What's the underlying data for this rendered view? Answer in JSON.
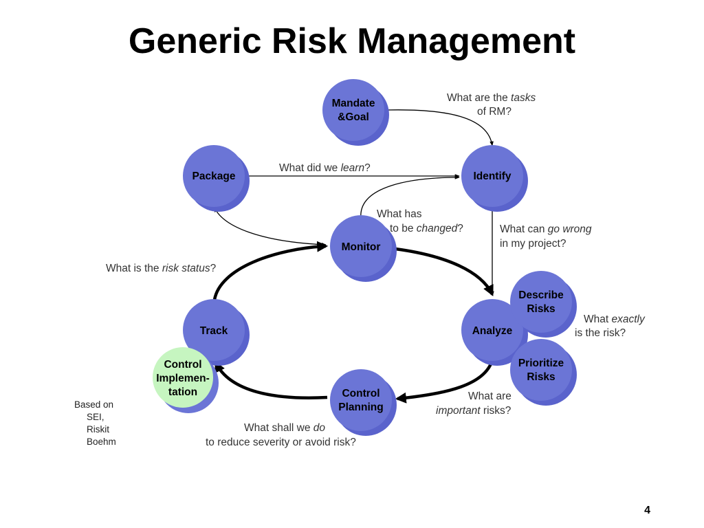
{
  "slide": {
    "title": "Generic Risk Management",
    "page_number": "4"
  },
  "colors": {
    "node_fill": "#6B75D6",
    "node_shadow": "#5A63CC",
    "control_fill": "#C6F5C0",
    "control_shadow": "#6B75D6",
    "edge": "#000000"
  },
  "nodes": {
    "mandate": [
      "Mandate",
      "&Goal"
    ],
    "package": [
      "Package"
    ],
    "identify": [
      "Identify"
    ],
    "monitor": [
      "Monitor"
    ],
    "describe": [
      "Describe",
      "Risks"
    ],
    "track": [
      "Track"
    ],
    "analyze": [
      "Analyze"
    ],
    "control_impl": [
      "Control",
      "Implemen-",
      "tation"
    ],
    "prioritize": [
      "Prioritize",
      "Risks"
    ],
    "control_planning": [
      "Control",
      "Planning"
    ]
  },
  "questions": {
    "tasks": {
      "l1_pre": "What are the ",
      "l1_em": "tasks",
      "l2": "of RM?"
    },
    "learn": {
      "pre": "What did we ",
      "em": "learn",
      "post": "?"
    },
    "changed": {
      "l1": "What has",
      "l2_pre": "to be ",
      "l2_em": "changed",
      "l2_post": "?"
    },
    "go_wrong": {
      "l1_pre": "What can ",
      "l1_em": "go wrong",
      "l2": "in my project?"
    },
    "risk_status": {
      "pre": "What is the ",
      "em": "risk status",
      "post": "?"
    },
    "exactly": {
      "l1_pre": "What ",
      "l1_em": "exactly",
      "l2": "is the risk?"
    },
    "important": {
      "l1": "What are",
      "l2_em": "important",
      "l2_post": " risks?"
    },
    "do": {
      "l1_pre": "What shall we ",
      "l1_em": "do",
      "l2": "to reduce severity or avoid risk?"
    }
  },
  "source": [
    "Based on",
    "SEI,",
    "Riskit",
    "Boehm"
  ]
}
